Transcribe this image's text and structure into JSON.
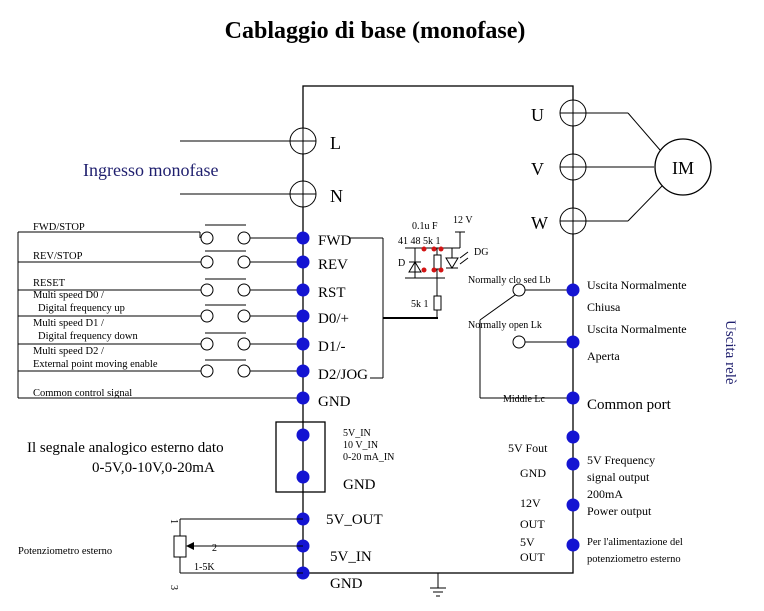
{
  "title": "Cablaggio di base (monofase)",
  "power": {
    "l": "L",
    "n": "N",
    "input_label": "Ingresso monofase"
  },
  "motor": {
    "u": "U",
    "v": "V",
    "w": "W",
    "label": "IM"
  },
  "control_inputs": [
    {
      "signal": "FWD/STOP",
      "terminal": "FWD"
    },
    {
      "signal": "REV/STOP",
      "terminal": "REV"
    },
    {
      "signal": "RESET",
      "terminal": "RST"
    },
    {
      "signal": "Multi speed  D0  /",
      "signal2": "Digital  frequency up",
      "terminal": "D0/+"
    },
    {
      "signal": "Multi speed  D1  /",
      "signal2": "Digital  frequency down",
      "terminal": "D1/-"
    },
    {
      "signal": "Multi speed  D2  /",
      "signal2": "External point moving enable",
      "terminal": "D2/JOG"
    }
  ],
  "common": {
    "signal": "Common control signal",
    "terminal": "GND"
  },
  "circuit": {
    "cap": "0.1u F",
    "v12": "12 V",
    "pins": "41 48 5k 1",
    "dg": "DG",
    "d": "D",
    "r5k": "5k 1"
  },
  "analog": {
    "title": "Il segnale analogico esterno dato",
    "ranges": "0-5V,0-10V,0-20mA",
    "in1": "5V_IN",
    "in2": "10 V_IN",
    "in3": "0-20 mA_IN",
    "gnd": "GND"
  },
  "relay": {
    "nc_contact": "Normally clo sed Lb",
    "no_contact": "Normally open Lk",
    "middle": "Middle Lc",
    "nc_label_1": "Uscita Normalmente",
    "nc_label_2": "Chiusa",
    "no_label_1": "Uscita Normalmente",
    "no_label_2": "Aperta",
    "common_port": "Common port",
    "side_label": "Uscita relè"
  },
  "freq_out": {
    "pin1": "5V Fout",
    "pin2": "GND",
    "desc1": "5V Frequency",
    "desc2": "signal output"
  },
  "power_out": {
    "pin1": "12V",
    "pin2": "OUT",
    "desc1": "200mA",
    "desc2": "Power output"
  },
  "pot_supply": {
    "pin1": "5V",
    "pin2": "OUT",
    "desc1": "Per l'alimentazione del",
    "desc2": "potenziometro esterno"
  },
  "potentiometer": {
    "v_out": "5V_OUT",
    "v_in": "5V_IN",
    "gnd": "GND",
    "label": "Potenziometro esterno",
    "pin1": "1",
    "pin2": "2",
    "pin3": "3",
    "value": "1-5K"
  }
}
